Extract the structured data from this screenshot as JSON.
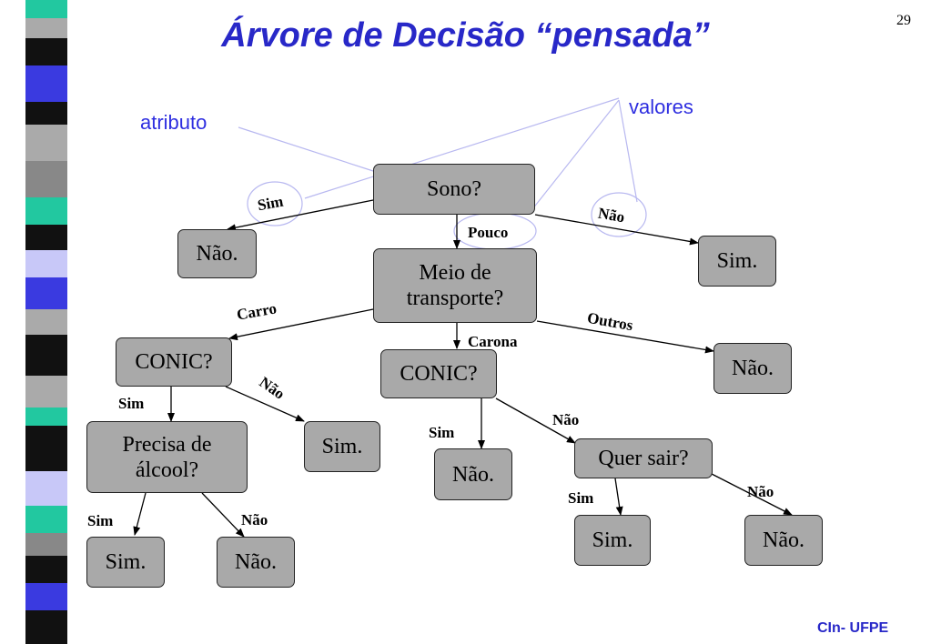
{
  "page_number": "29",
  "title": "Árvore de Decisão “pensada”",
  "annotations": {
    "attribute": "atributo",
    "values": "valores"
  },
  "footer": "CIn- UFPE",
  "colors": {
    "title": "#2828c8",
    "node_fill": "#a9a9a9",
    "annotation": "#2e2ee0",
    "annotation_line": "#b8b8f0"
  },
  "nodes": {
    "sono": "Sono?",
    "nao_1": "Não.",
    "sim_1": "Sim.",
    "meio": "Meio de\ntransporte?",
    "conic_1": "CONIC?",
    "conic_2": "CONIC?",
    "nao_outros": "Não.",
    "sim_2": "Sim.",
    "alcool": "Precisa de\nálcool?",
    "nao_2": "Não.",
    "quer_sair": "Quer sair?",
    "sim_3": "Sim.",
    "nao_3": "Não.",
    "sim_4": "Sim.",
    "nao_4": "Não."
  },
  "edge_labels": {
    "sono_sim": "Sim",
    "sono_pouco": "Pouco",
    "sono_nao": "Não",
    "meio_carro": "Carro",
    "meio_carona": "Carona",
    "meio_outros": "Outros",
    "conic1_sim": "Sim",
    "conic1_nao": "Não",
    "conic2_sim": "Sim",
    "conic2_nao": "Não",
    "alcool_sim": "Sim",
    "alcool_nao": "Não",
    "sair_sim": "Sim",
    "sair_nao": "Não"
  }
}
